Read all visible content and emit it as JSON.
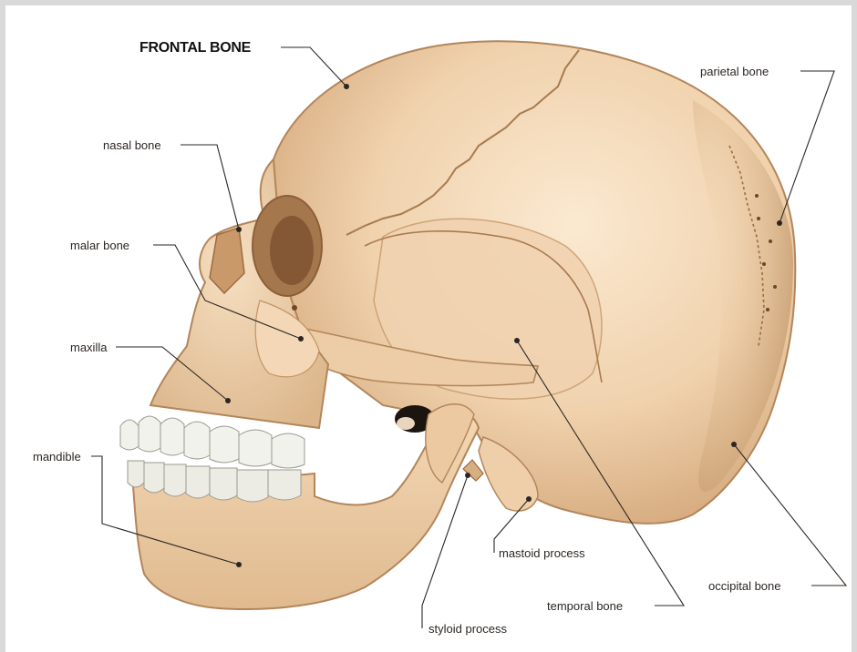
{
  "diagram": {
    "labels": {
      "frontal_bone": "FRONTAL BONE",
      "parietal_bone": "parietal bone",
      "nasal_bone": "nasal bone",
      "malar_bone": "malar bone",
      "maxilla": "maxilla",
      "mandible": "mandible",
      "mastoid_process": "mastoid process",
      "occipital_bone": "occipital bone",
      "temporal_bone": "temporal bone",
      "styloid_process": "styloid process"
    },
    "colors": {
      "background": "#ffffff",
      "bone_light": "#f4dcbc",
      "bone_mid": "#e6c49c",
      "bone_shadow": "#c99b6d",
      "teeth": "#f2f2ec",
      "leader_line": "#2b2622",
      "frame": "#d9d9d9"
    }
  }
}
